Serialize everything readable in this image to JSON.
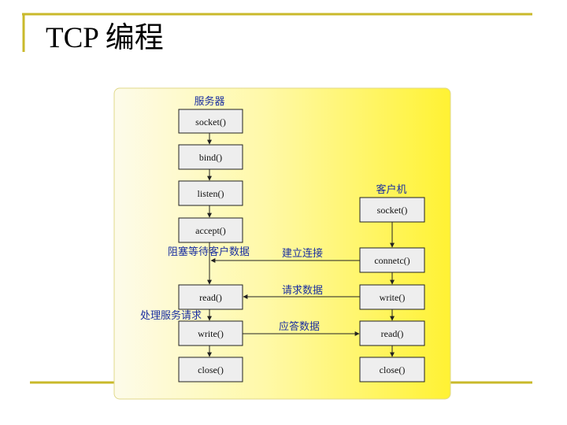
{
  "slide": {
    "title": "TCP 编程"
  },
  "diagram": {
    "server_label": "服务器",
    "client_label": "客户机",
    "server_steps": [
      "socket()",
      "bind()",
      "listen()",
      "accept()",
      "read()",
      "write()",
      "close()"
    ],
    "client_steps": [
      "socket()",
      "connetc()",
      "write()",
      "read()",
      "close()"
    ],
    "annotations": {
      "block_wait": "阻塞等待客户数据",
      "process_request": "处理服务请求"
    },
    "messages": {
      "connect": "建立连接",
      "request": "请求数据",
      "response": "应答数据"
    },
    "colors": {
      "accent_line": "#c9b92b",
      "panel_left": "#fdfbea",
      "panel_right": "#fff233",
      "box_fill": "#eeeeee",
      "box_stroke": "#222222",
      "label_color": "#1a2fa0"
    }
  }
}
